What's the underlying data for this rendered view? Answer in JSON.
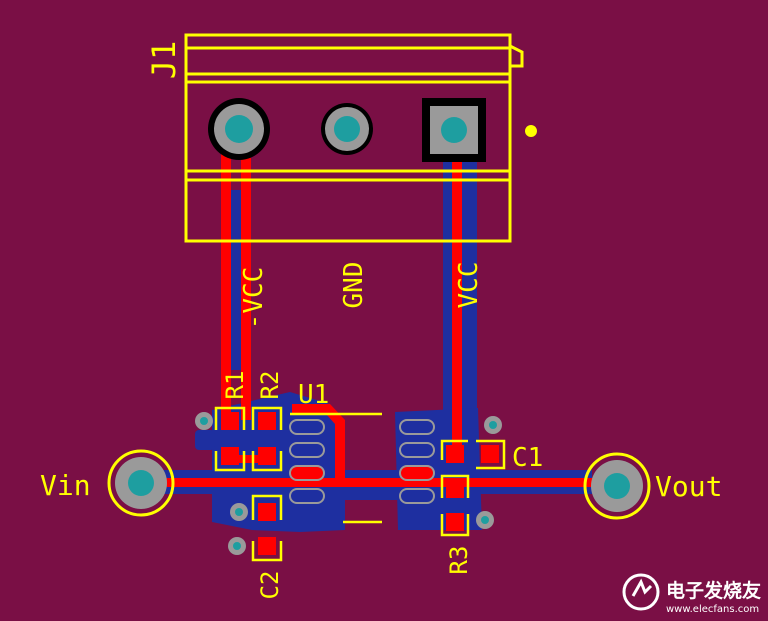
{
  "colors": {
    "board": "#7a0f45",
    "silkscreen": "#ffff00",
    "top_copper": "#ff0000",
    "bottom_copper": "#1e2fa0",
    "pad_cyan": "#1e9ea0"
  },
  "labels": {
    "j1": "J1",
    "u1": "U1",
    "r1": "R1",
    "r2": "R2",
    "r3": "R3",
    "c1": "C1",
    "c2": "C2",
    "vin": "Vin",
    "vout": "Vout",
    "minus_vcc": "-VCC",
    "gnd": "GND",
    "vcc": "VCC"
  },
  "watermark": {
    "cn": "电子发烧友",
    "url": "www.elecfans.com"
  }
}
